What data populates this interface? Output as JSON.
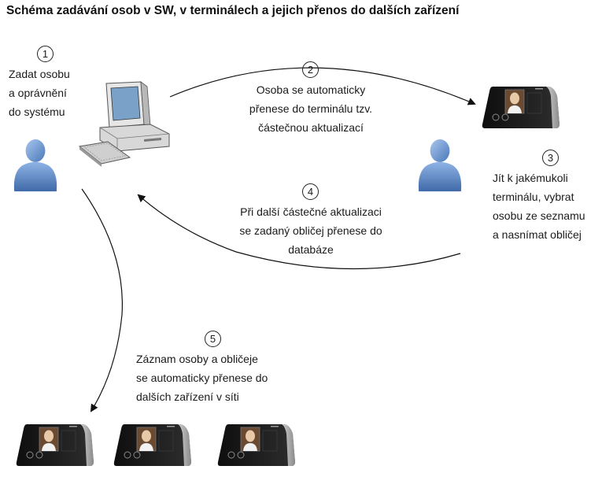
{
  "title": "Schéma zadávání osob v SW, v terminálech a jejich přenos do dalších zařízení",
  "steps": [
    {
      "num": "1",
      "text": "Zadat osobu\na oprávnění\ndo systému"
    },
    {
      "num": "2",
      "text": "Osoba se automaticky\npřenese do terminálu tzv.\nčástečnou aktualizací"
    },
    {
      "num": "3",
      "text": "Jít k jakémukoli\nterminálu, vybrat\nosobu ze seznamu\na nasnímat obličej"
    },
    {
      "num": "4",
      "text": "Při další částečné aktualizaci\nse zadaný obličej přenese do\ndatabáze"
    },
    {
      "num": "5",
      "text": "Záznam osoby a obličeje\nse automaticky přenese do\ndalších zařízení v síti"
    }
  ],
  "icons": {
    "person": "person-icon",
    "computer": "computer-icon",
    "terminal": "face-terminal-icon"
  },
  "colors": {
    "person_blue": "#4a78b8",
    "terminal_dark": "#1c1c1c",
    "arrow": "#111111"
  }
}
